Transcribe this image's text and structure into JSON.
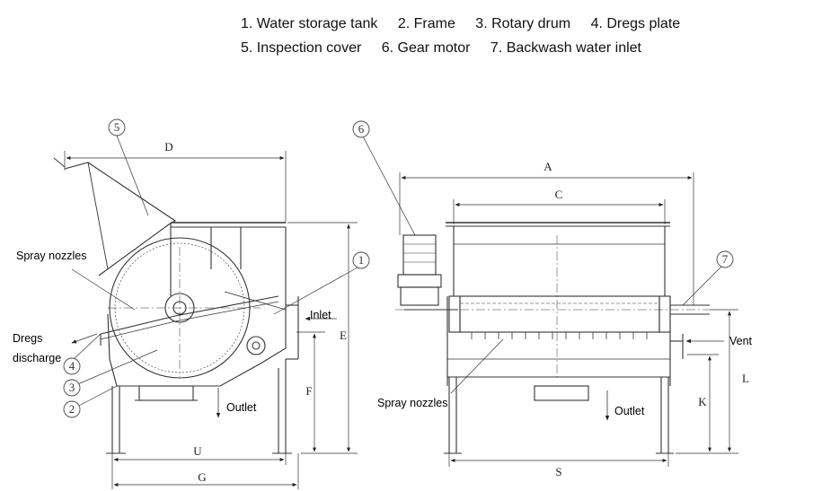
{
  "legend": {
    "row1": [
      "1. Water storage tank",
      "2. Frame",
      "3. Rotary drum",
      "4. Dregs plate"
    ],
    "row2": [
      "5. Inspection cover",
      "6. Gear motor",
      "7. Backwash water inlet"
    ]
  },
  "side_view": {
    "callouts": [
      "5",
      "1",
      "4",
      "3",
      "2"
    ],
    "labels": {
      "spray_nozzles": "Spray nozzles",
      "dregs_line1": "Dregs",
      "dregs_line2": "discharge",
      "inlet": "Inlet",
      "outlet": "Outlet"
    },
    "dimensions": {
      "d": "D",
      "e": "E",
      "f": "F",
      "u": "U",
      "g": "G"
    }
  },
  "front_view": {
    "callouts": [
      "6",
      "7"
    ],
    "labels": {
      "spray_nozzles": "Spray nozzles",
      "vent": "Vent",
      "outlet": "Outlet"
    },
    "dimensions": {
      "a": "A",
      "c": "C",
      "l": "L",
      "k": "K",
      "s": "S"
    }
  }
}
